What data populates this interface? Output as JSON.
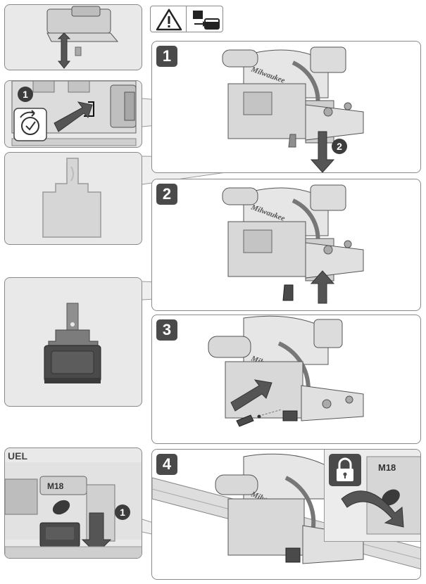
{
  "header": {
    "warning_icon": "warning-triangle-icon",
    "battery_icon": "remove-battery-icon"
  },
  "steps": [
    {
      "number": "1",
      "callout": "2"
    },
    {
      "number": "2"
    },
    {
      "number": "3"
    },
    {
      "number": "4",
      "lock_icon": "padlock-icon"
    }
  ],
  "detail_callouts": {
    "top_left": "1",
    "bottom_left": "1"
  },
  "labels": {
    "brand": "Milwaukee",
    "model_badge": "M18",
    "fuel_fragment": "UEL"
  },
  "colors": {
    "step_badge": "#4a4a4a",
    "panel_border": "#8a8a8a",
    "detail_panel_bg": "#e9e9e9",
    "arrow_fill": "#555555",
    "part_grey": "#8f8f8f"
  }
}
